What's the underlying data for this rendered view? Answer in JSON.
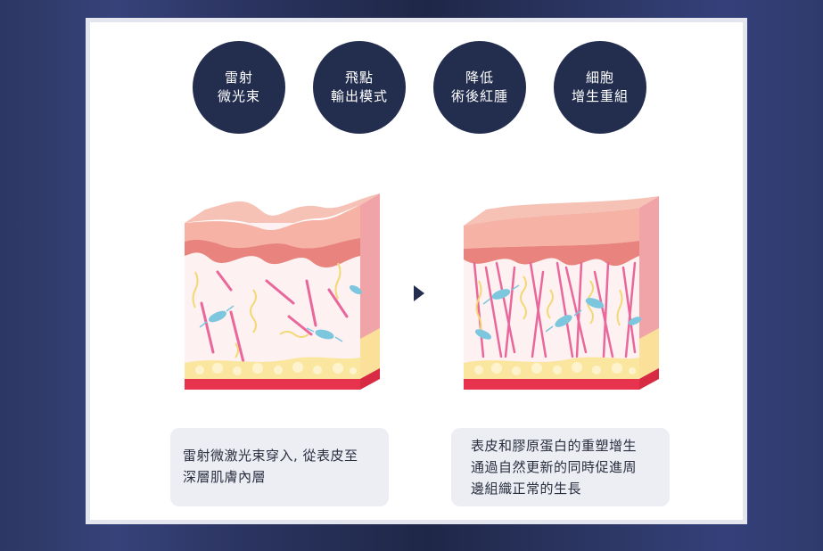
{
  "features": [
    {
      "line1": "雷射",
      "line2": "微光束"
    },
    {
      "line1": "飛點",
      "line2": "輸出模式"
    },
    {
      "line1": "降低",
      "line2": "術後紅腫"
    },
    {
      "line1": "細胞",
      "line2": "增生重組"
    }
  ],
  "captions": {
    "before": {
      "line1": "雷射微激光束穿入, 從表皮至",
      "line2": "深層肌膚內層"
    },
    "after": {
      "line1": "表皮和膠原蛋白的重塑增生",
      "line2": "通過自然更新的同時促進周",
      "line3": "邊組織正常的生長"
    }
  },
  "colors": {
    "navy": "#232e4f",
    "epidermis": "#f5b7aa",
    "collagen": "#e9679a",
    "elastin": "#f3d873",
    "fibroblast": "#7cc6de",
    "fat": "#fbe6a0",
    "muscle": "#e8334e"
  }
}
